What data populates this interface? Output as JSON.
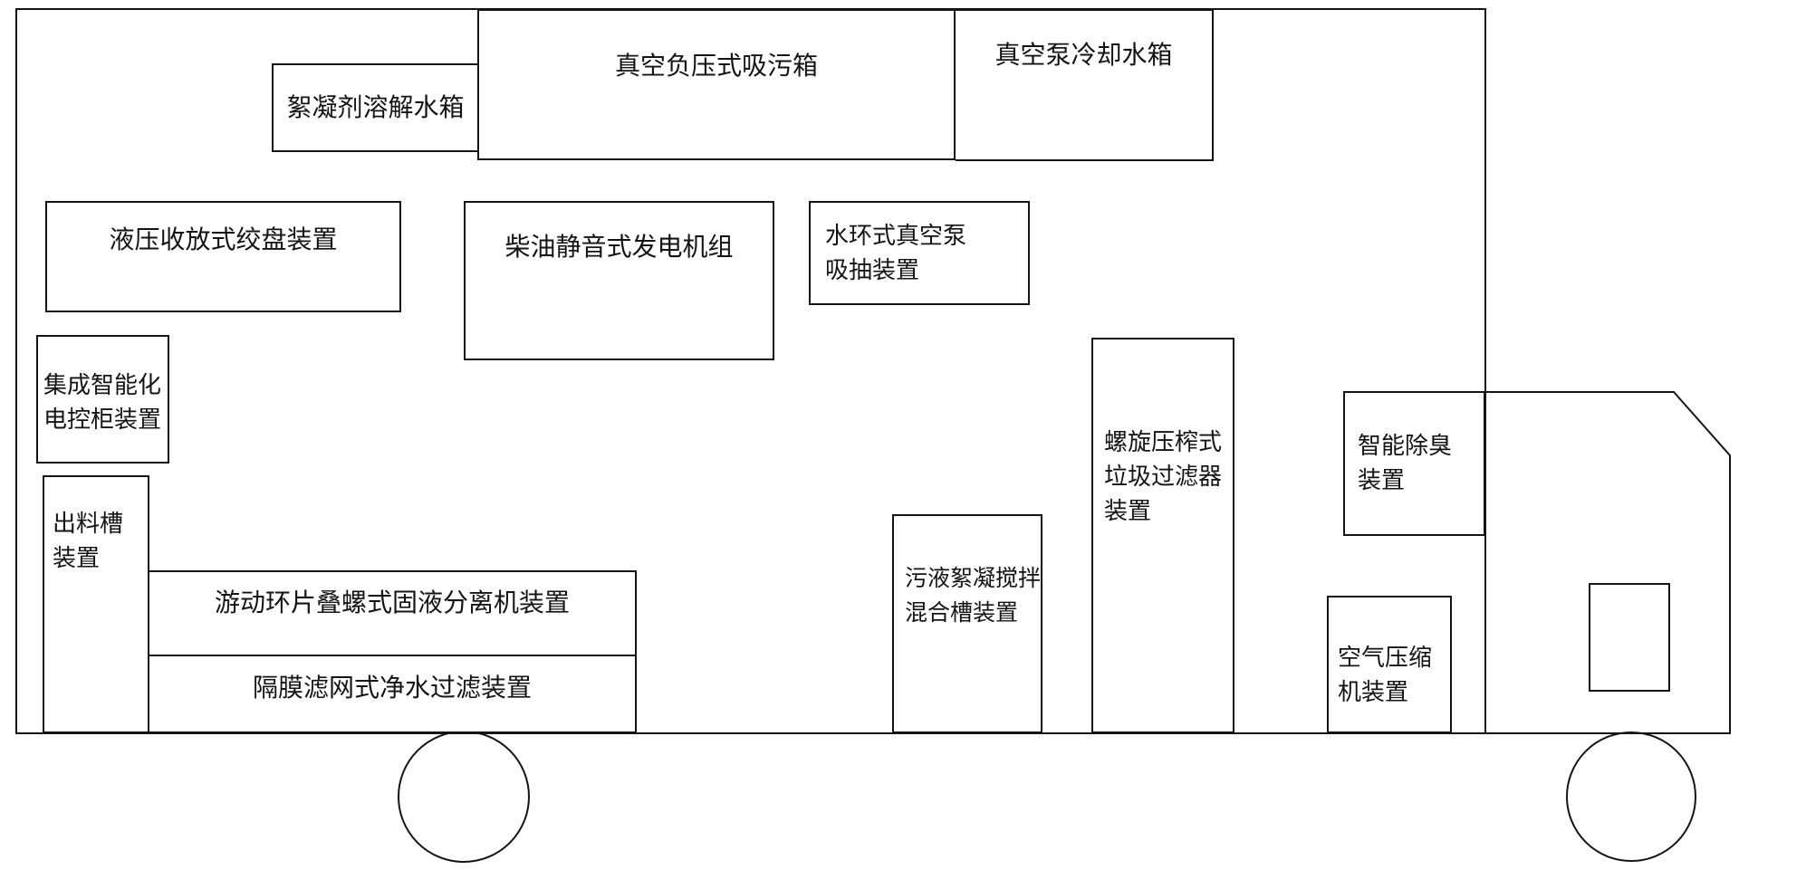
{
  "diagram": {
    "kind": "vehicle-equipment-schematic",
    "ink_color": "#141414",
    "background_color": "#ffffff",
    "vehicle": {
      "body": "truck-body-outline",
      "cab": "truck-cab-outline",
      "window": "cab-window",
      "wheels": [
        "left-wheel",
        "right-wheel"
      ]
    },
    "components": [
      {
        "id": "flocculant-dissolving-tank",
        "lines": [
          "絮凝剂溶解水箱"
        ]
      },
      {
        "id": "vacuum-suction-tank",
        "lines": [
          "真空负压式吸污箱"
        ]
      },
      {
        "id": "vacuum-pump-cooling-tank",
        "lines": [
          "真空泵冷却水箱"
        ]
      },
      {
        "id": "hydraulic-winch",
        "lines": [
          "液压收放式绞盘装置"
        ]
      },
      {
        "id": "diesel-silent-generator",
        "lines": [
          "柴油静音式发电机组"
        ]
      },
      {
        "id": "water-ring-vacuum-pump",
        "lines": [
          "水环式真空泵",
          "吸抽装置"
        ]
      },
      {
        "id": "smart-control-cabinet",
        "lines": [
          "集成智能化",
          "电控柜装置"
        ]
      },
      {
        "id": "discharge-trough",
        "lines": [
          "出料槽",
          "装置"
        ]
      },
      {
        "id": "screw-solid-liquid-separator",
        "lines": [
          "游动环片叠螺式固液分离机装置"
        ]
      },
      {
        "id": "membrane-filter",
        "lines": [
          "隔膜滤网式净水过滤装置"
        ]
      },
      {
        "id": "flocculation-mixing-tank",
        "lines": [
          "污液絮凝搅拌",
          "混合槽装置"
        ]
      },
      {
        "id": "screw-press-garbage-filter",
        "lines": [
          "螺旋压榨式",
          "垃圾过滤器",
          "装置"
        ]
      },
      {
        "id": "smart-deodorizer",
        "lines": [
          "智能除臭",
          "装置"
        ]
      },
      {
        "id": "air-compressor",
        "lines": [
          "空气压缩",
          "机装置"
        ]
      }
    ]
  }
}
